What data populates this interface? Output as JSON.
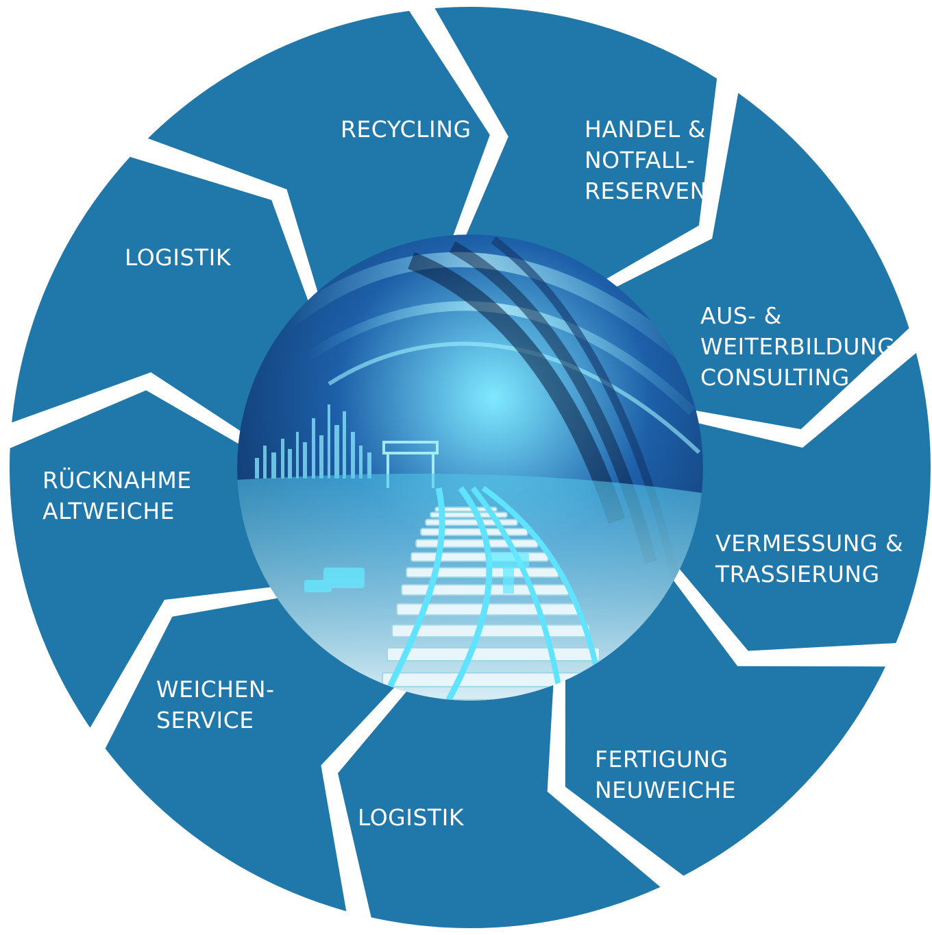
{
  "colors": {
    "segment": "#1f77aa",
    "background": "#ffffff",
    "label": "#ffffff",
    "photo_deep": "#0b2a57",
    "photo_mid": "#1d5fa8",
    "photo_glow": "#7fe9ff"
  },
  "segments": [
    {
      "id": "recycling",
      "lines": [
        "RECYCLING"
      ]
    },
    {
      "id": "handel",
      "lines": [
        "HANDEL &",
        "NOTFALL-",
        "RESERVEN"
      ]
    },
    {
      "id": "ausbildung",
      "lines": [
        "AUS- &",
        "WEITERBILDUNG",
        "CONSULTING"
      ]
    },
    {
      "id": "vermessung",
      "lines": [
        "VERMESSUNG &",
        "TRASSIERUNG"
      ]
    },
    {
      "id": "fertigung",
      "lines": [
        "FERTIGUNG",
        "NEUWEICHE"
      ]
    },
    {
      "id": "logistik-bottom",
      "lines": [
        "LOGISTIK"
      ]
    },
    {
      "id": "weichenservice",
      "lines": [
        "WEICHEN-",
        "SERVICE"
      ]
    },
    {
      "id": "ruecknahme",
      "lines": [
        "RÜCKNAHME",
        "ALTWEICHE"
      ]
    },
    {
      "id": "logistik-top",
      "lines": [
        "LOGISTIK"
      ]
    }
  ],
  "center_image": {
    "subject": "railway switch with digital tunnel"
  }
}
